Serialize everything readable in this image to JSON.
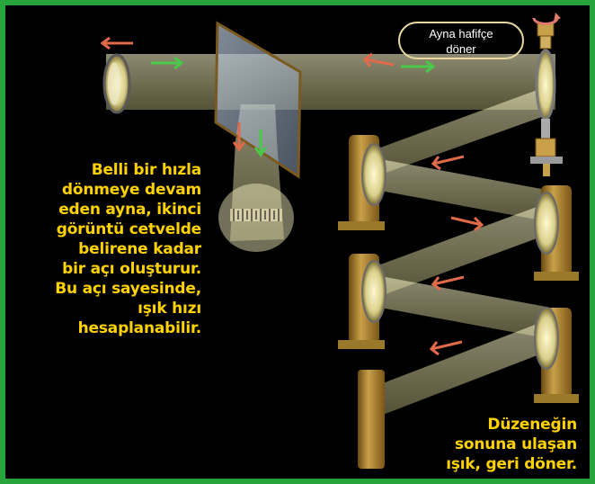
{
  "callout": {
    "lines": [
      "Ayna hafifçe",
      "döner"
    ]
  },
  "left_caption": {
    "lines": [
      "Belli bir hızla",
      "dönmeye devam",
      "eden ayna, ikinci",
      "görüntü cetvelde",
      "belirene kadar",
      "bir açı oluşturur.",
      "Bu açı sayesinde,",
      "ışık hızı",
      "hesaplanabilir."
    ]
  },
  "bottom_caption": {
    "lines": [
      "Düzeneğin",
      "sonuna ulaşan",
      "ışık, geri döner."
    ]
  },
  "colors": {
    "frame": "#27a43c",
    "background": "#000000",
    "caption_text": "#ffd200",
    "beam": "#f5f0b0",
    "arrow_returning": "#e06a4a",
    "arrow_outgoing": "#4ac84a",
    "mirror_stand": "#b8923a"
  }
}
